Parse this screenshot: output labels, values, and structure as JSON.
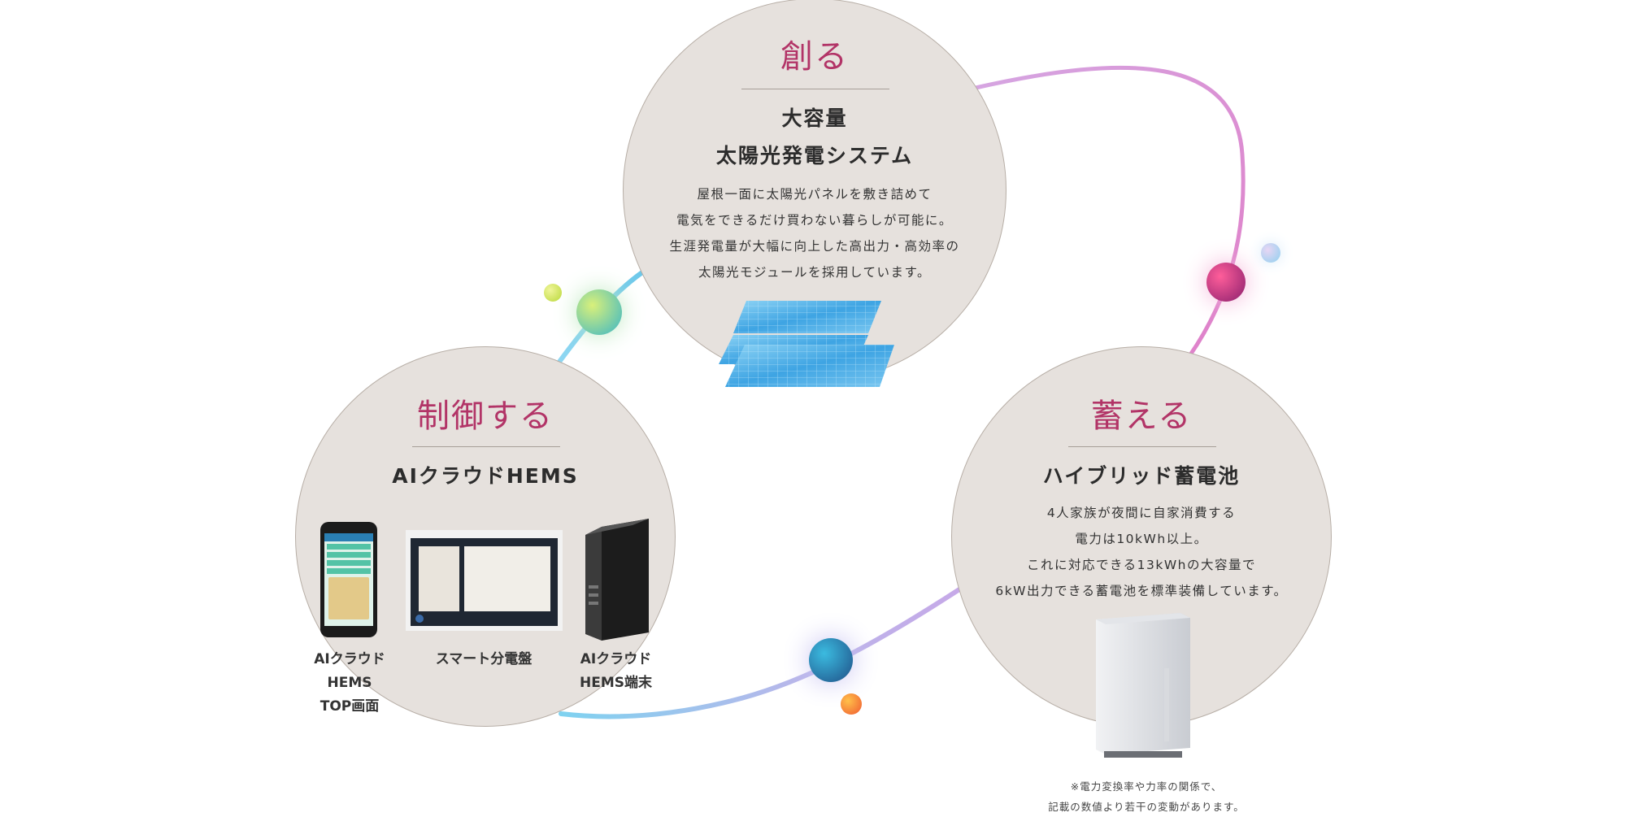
{
  "colors": {
    "accent": "#b23467",
    "circle_fill": "#e6e1dd"
  },
  "create": {
    "heading": "創る",
    "title_lines": [
      "大容量",
      "太陽光発電システム"
    ],
    "body_lines": [
      "屋根一面に太陽光パネルを敷き詰めて",
      "電気をできるだけ買わない暮らしが可能に。",
      "生涯発電量が大幅に向上した高出力・高効率の",
      "太陽光モジュールを採用しています。"
    ]
  },
  "control": {
    "heading": "制御する",
    "title": "AIクラウドHEMS",
    "devices": [
      {
        "label_lines": [
          "AIクラウド",
          "HEMS",
          "TOP画面"
        ],
        "icon": "smartphone-icon"
      },
      {
        "label_lines": [
          "スマート分電盤"
        ],
        "icon": "distribution-panel-icon"
      },
      {
        "label_lines": [
          "AIクラウド",
          "HEMS端末"
        ],
        "icon": "hems-terminal-icon"
      }
    ]
  },
  "store": {
    "heading": "蓄える",
    "title": "ハイブリッド蓄電池",
    "body_lines": [
      "4人家族が夜間に自家消費する",
      "電力は10kWh以上。",
      "これに対応できる13kWhの大容量で",
      "6kW出力できる蓄電池を標準装備しています。"
    ],
    "icon": "storage-battery-icon"
  },
  "note_lines": [
    "※電力変換率や力率の関係で、",
    "記載の数値より若干の変動があります。"
  ]
}
